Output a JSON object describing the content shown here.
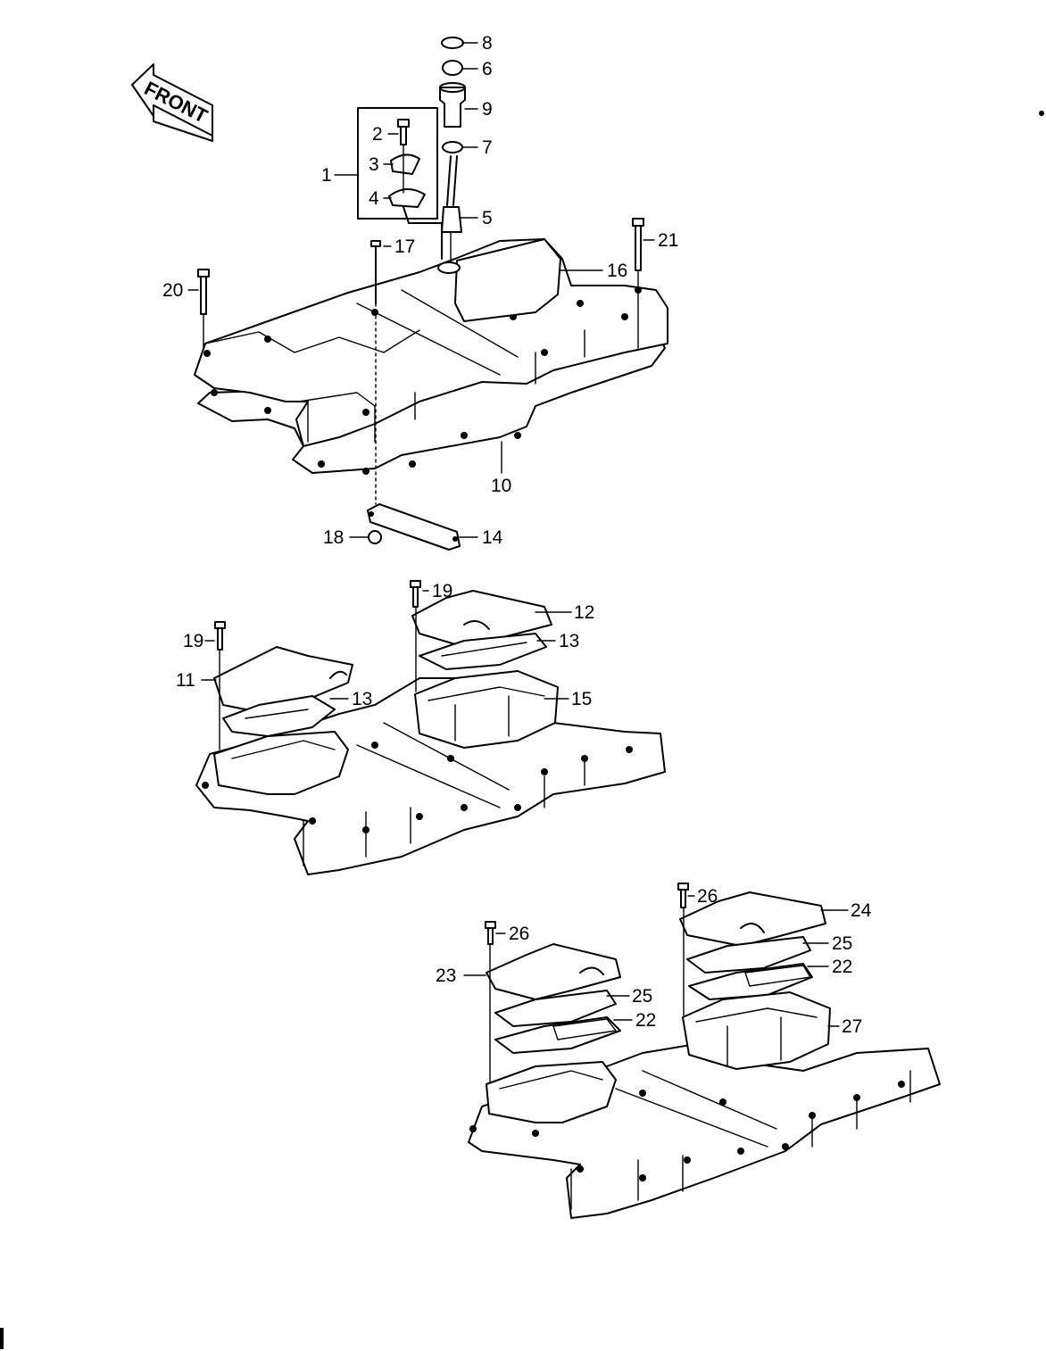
{
  "front_label": "FRONT",
  "colors": {
    "ink": "#000000",
    "paper": "#ffffff"
  },
  "callouts": [
    {
      "id": "c1",
      "label": "1"
    },
    {
      "id": "c2",
      "label": "2"
    },
    {
      "id": "c3",
      "label": "3"
    },
    {
      "id": "c4",
      "label": "4"
    },
    {
      "id": "c5",
      "label": "5"
    },
    {
      "id": "c6",
      "label": "6"
    },
    {
      "id": "c7",
      "label": "7"
    },
    {
      "id": "c8",
      "label": "8"
    },
    {
      "id": "c9",
      "label": "9"
    },
    {
      "id": "c10",
      "label": "10"
    },
    {
      "id": "c14",
      "label": "14"
    },
    {
      "id": "c16",
      "label": "16"
    },
    {
      "id": "c17",
      "label": "17"
    },
    {
      "id": "c18",
      "label": "18"
    },
    {
      "id": "c20",
      "label": "20"
    },
    {
      "id": "c21",
      "label": "21"
    },
    {
      "id": "c11",
      "label": "11"
    },
    {
      "id": "c12",
      "label": "12"
    },
    {
      "id": "c13a",
      "label": "13"
    },
    {
      "id": "c13b",
      "label": "13"
    },
    {
      "id": "c15",
      "label": "15"
    },
    {
      "id": "c19a",
      "label": "19"
    },
    {
      "id": "c19b",
      "label": "19"
    },
    {
      "id": "c22a",
      "label": "22"
    },
    {
      "id": "c22b",
      "label": "22"
    },
    {
      "id": "c23",
      "label": "23"
    },
    {
      "id": "c24",
      "label": "24"
    },
    {
      "id": "c25a",
      "label": "25"
    },
    {
      "id": "c25b",
      "label": "25"
    },
    {
      "id": "c26a",
      "label": "26"
    },
    {
      "id": "c26b",
      "label": "26"
    },
    {
      "id": "c27",
      "label": "27"
    }
  ]
}
